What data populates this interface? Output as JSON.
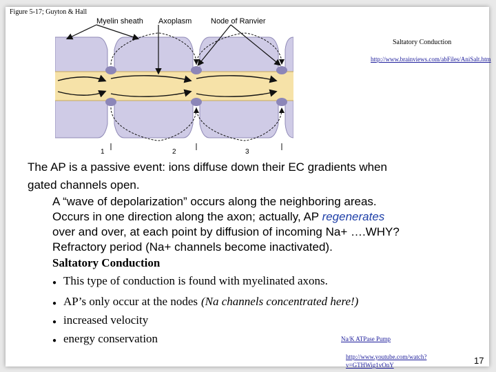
{
  "figure_caption": "Figure 5-17; Guyton & Hall",
  "diagram": {
    "labels": {
      "myelin": "Myelin sheath",
      "axoplasm": "Axoplasm",
      "node": "Node of Ranvier"
    },
    "node_numbers": [
      "1",
      "2",
      "3"
    ],
    "colors": {
      "myelin": "#cfcbe6",
      "axon": "#f6e2a8",
      "node": "#8c86b8",
      "arrow": "#111111"
    }
  },
  "side_panel": {
    "title": "Saltatory Conduction",
    "link": "http://www.brainviews.com/abFiles/AniSalt.htm"
  },
  "body": {
    "line1": "The AP is a passive event: ions diffuse down their EC gradients when",
    "line2": "gated channels open.",
    "sub1": "A “wave of depolarization” occurs along the neighboring areas.",
    "sub2a": "Occurs in one direction along the axon; actually, AP ",
    "sub2b": "regenerates",
    "sub3": "over and over, at each point by diffusion of incoming Na+ ….WHY?",
    "sub4": "Refractory period (Na+ channels become inactivated).",
    "heading": "Saltatory Conduction",
    "bullets": [
      {
        "text": "This type of conduction is found with myelinated axons.",
        "note": ""
      },
      {
        "text": "AP’s only occur at the nodes",
        "note": "(Na channels concentrated here!)"
      },
      {
        "text": "increased velocity",
        "note": ""
      },
      {
        "text": "energy conservation",
        "note": ""
      }
    ]
  },
  "pump_link": "Na/K ATPase Pump",
  "youtube_link": "http://www.youtube.com/watch?v=GTHWig1vOnY",
  "page_number": "17"
}
